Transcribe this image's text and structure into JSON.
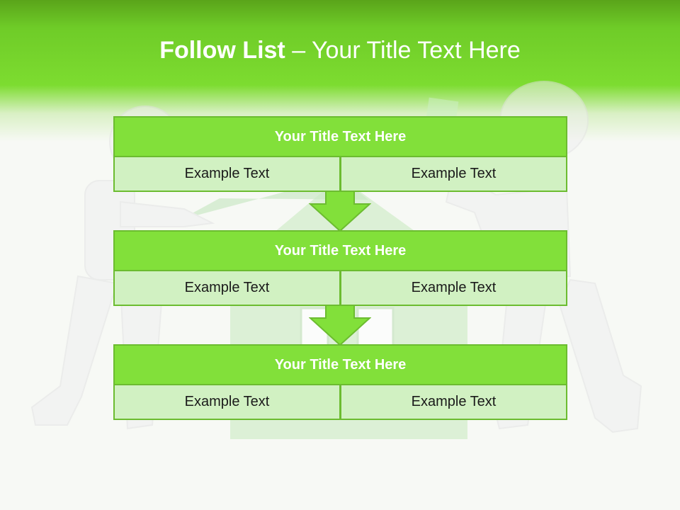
{
  "slide": {
    "title_bold": "Follow List",
    "title_rest": "– Your Title Text Here"
  },
  "blocks": [
    {
      "title": "Your Title Text Here",
      "left_text": "Example Text",
      "right_text": "Example Text"
    },
    {
      "title": "Your Title Text Here",
      "left_text": "Example Text",
      "right_text": "Example Text"
    },
    {
      "title": "Your Title Text Here",
      "left_text": "Example Text",
      "right_text": "Example Text"
    }
  ],
  "colors": {
    "header_green": "#7ddc30",
    "block_title_fill": "#82e03a",
    "cell_fill": "#d1f1c2",
    "border": "#6cbc30"
  }
}
